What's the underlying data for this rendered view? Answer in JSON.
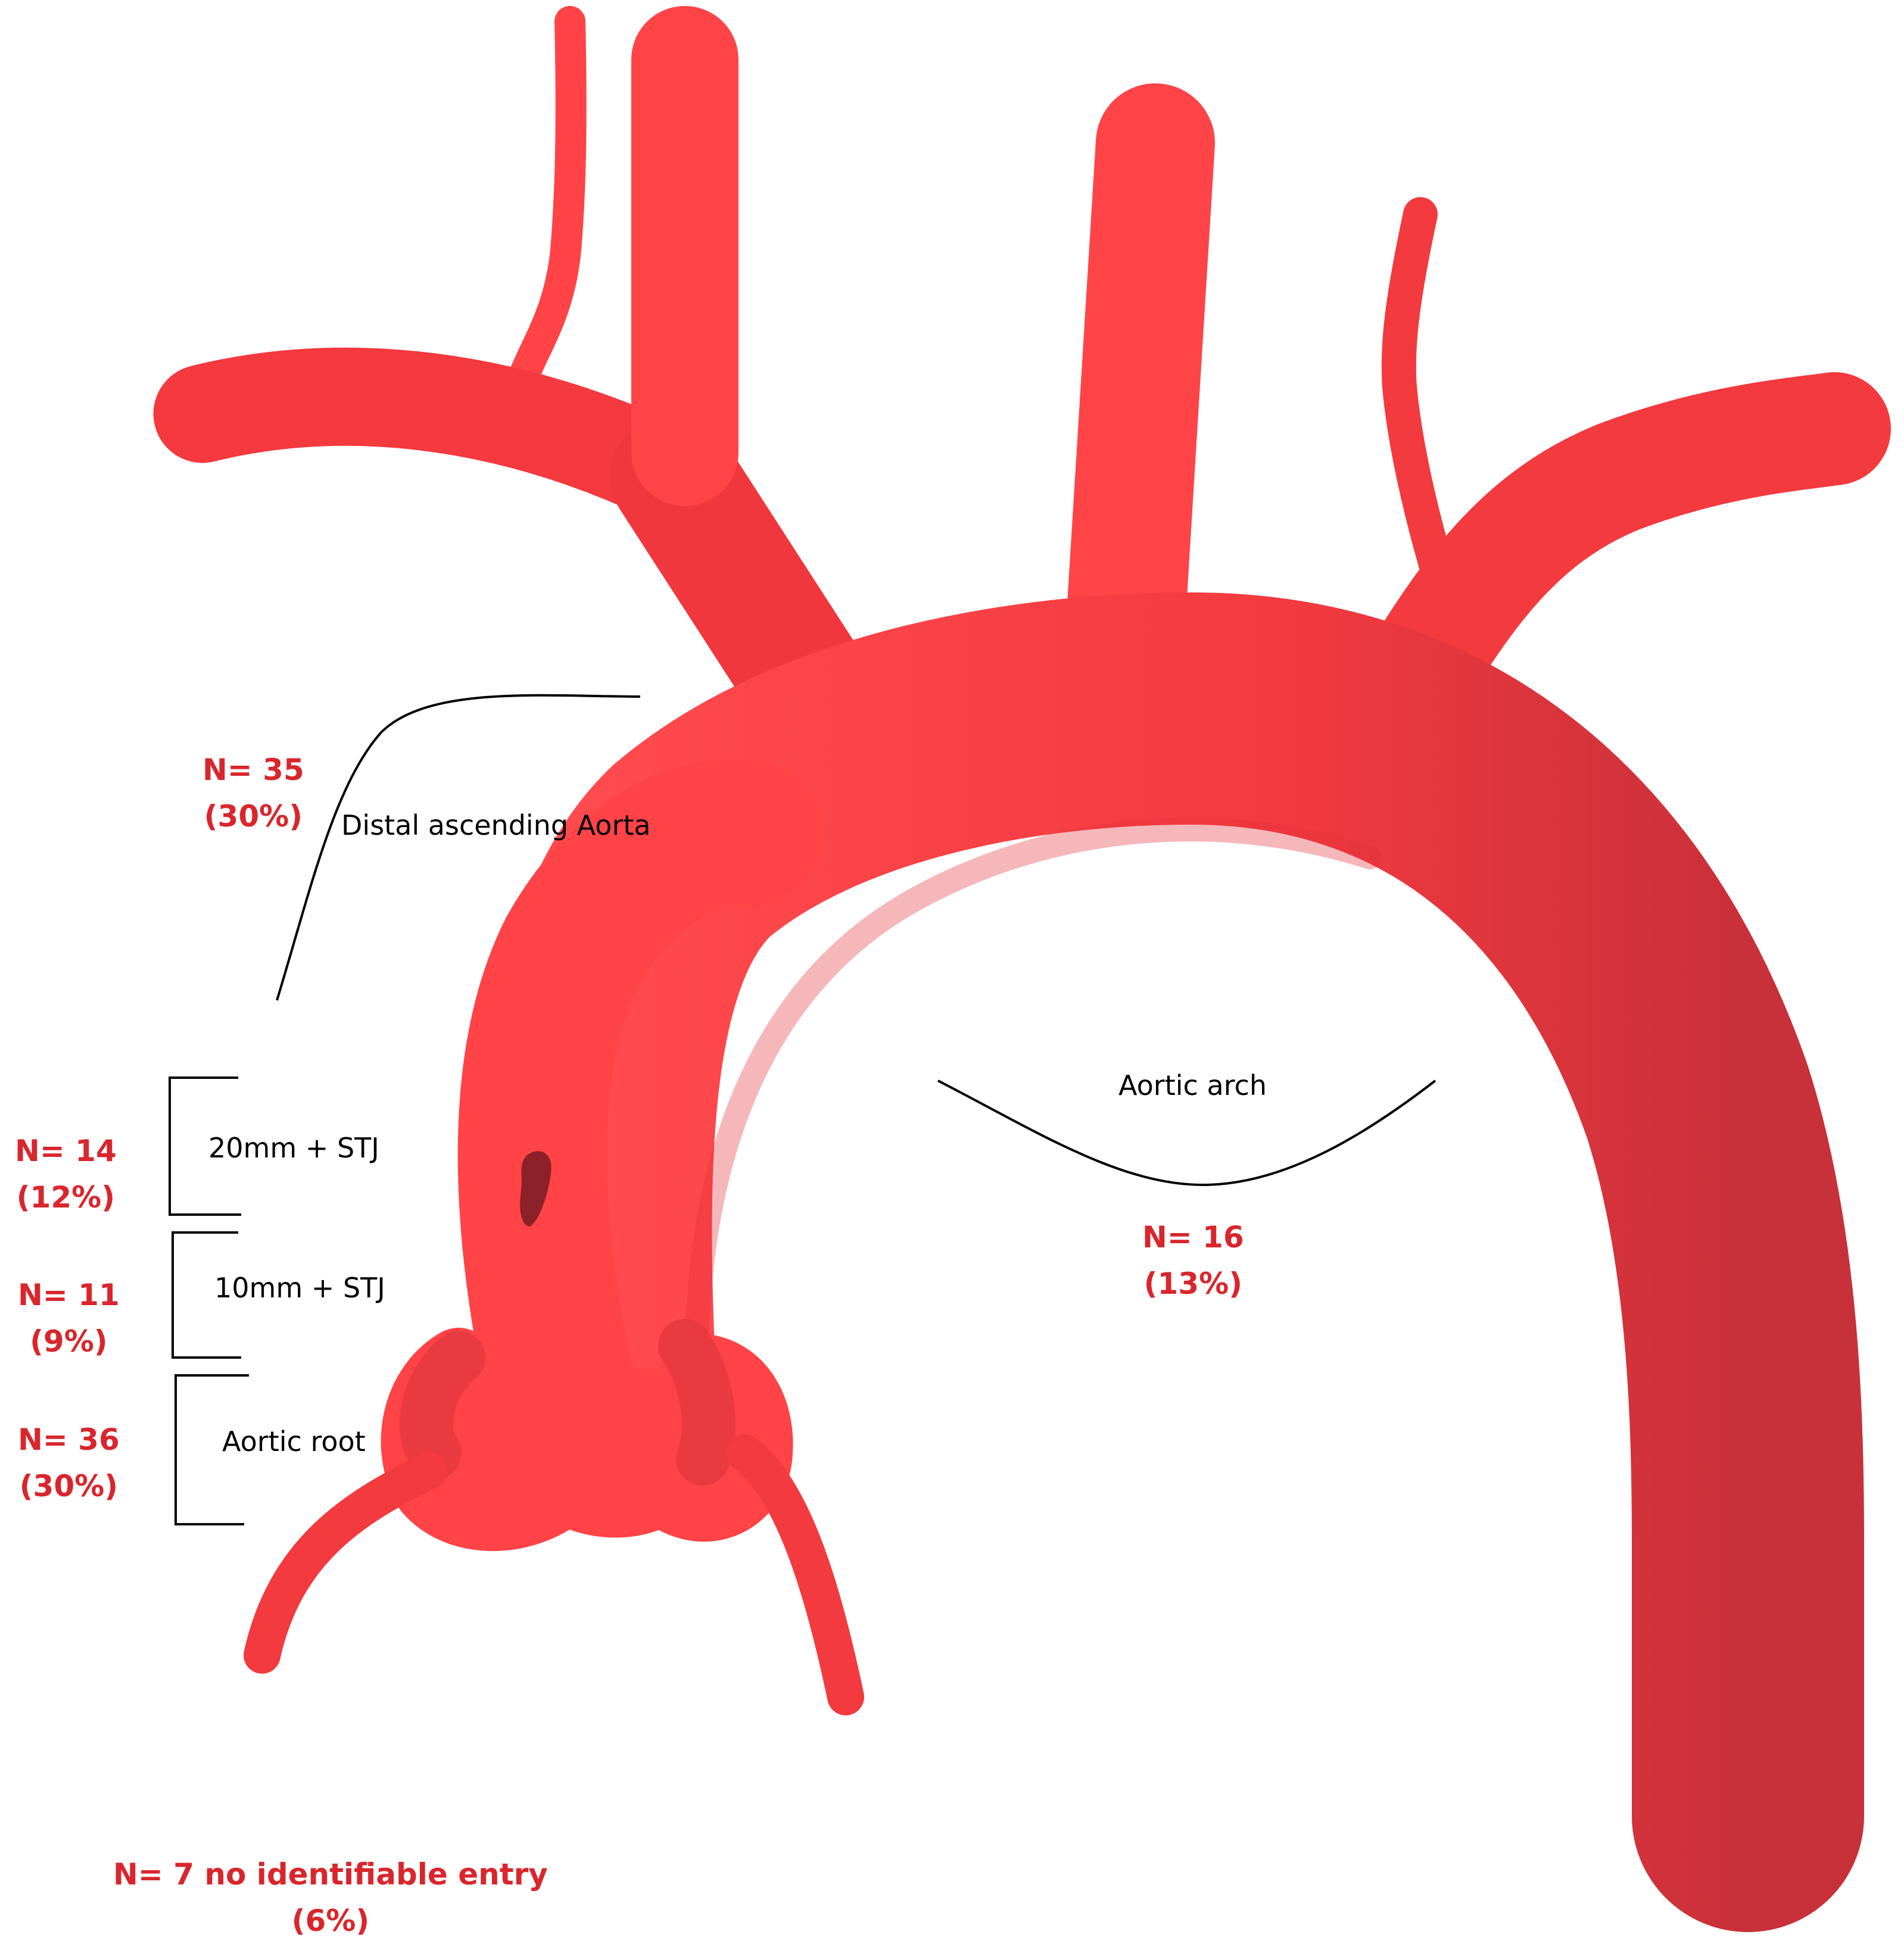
{
  "colors": {
    "vessel": "#ff4347",
    "vessel_shadow": "#c42a30",
    "vessel_dark": "#9b1f26",
    "entry_tear": "#8c2129",
    "stat_text": "#d9262c",
    "label_text": "#000000"
  },
  "regions": {
    "distal_ascending": {
      "label": "Distal ascending Aorta",
      "count": "N= 35",
      "percent": "(30%)"
    },
    "stj_20": {
      "label": "20mm + STJ",
      "count": "N= 14",
      "percent": "(12%)"
    },
    "stj_10": {
      "label": "10mm + STJ",
      "count": "N= 11",
      "percent": "(9%)"
    },
    "aortic_root": {
      "label": "Aortic root",
      "count": "N= 36",
      "percent": "(30%)"
    },
    "aortic_arch": {
      "label": "Aortic arch",
      "count": "N= 16",
      "percent": "(13%)"
    },
    "no_entry": {
      "count": "N= 7 no identifiable entry",
      "percent": "(6%)"
    }
  }
}
